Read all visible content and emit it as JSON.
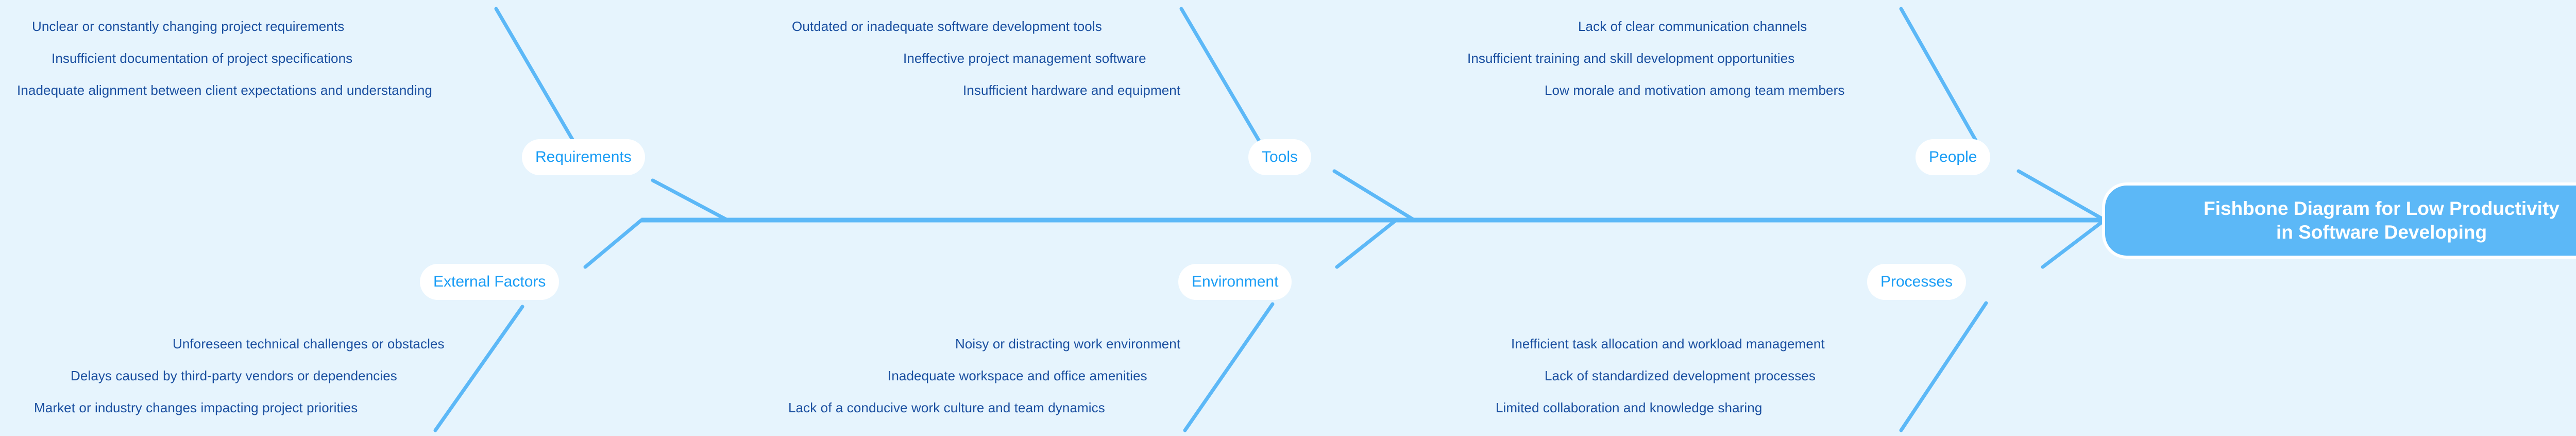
{
  "theme": {
    "background": "#e6f4fd",
    "bone_color": "#5cb8f7",
    "cause_text_color": "#1a4fa0",
    "category_text_color": "#1a9df5",
    "category_pill_bg": "#ffffff",
    "title_bg": "#5cb8f7",
    "title_text_color": "#ffffff"
  },
  "title": {
    "line1": "Fishbone Diagram for Low Productivity",
    "line2": "in Software Developing"
  },
  "categories": [
    {
      "label": "Requirements",
      "position": "top",
      "causes": [
        "Unclear or constantly changing project requirements",
        "Insufficient documentation of project specifications",
        "Inadequate alignment between client expectations and understanding"
      ]
    },
    {
      "label": "Tools",
      "position": "top",
      "causes": [
        "Outdated or inadequate software development tools",
        "Ineffective project management software",
        "Insufficient hardware and equipment"
      ]
    },
    {
      "label": "People",
      "position": "top",
      "causes": [
        "Lack of clear communication channels",
        "Insufficient training and skill development opportunities",
        "Low morale and motivation among team members"
      ]
    },
    {
      "label": "External Factors",
      "position": "bottom",
      "causes": [
        "Unforeseen technical challenges or obstacles",
        "Delays caused by third-party vendors or dependencies",
        "Market or industry changes impacting project priorities"
      ]
    },
    {
      "label": "Environment",
      "position": "bottom",
      "causes": [
        "Noisy or distracting work environment",
        "Inadequate workspace and office amenities",
        "Lack of a conducive work culture and team dynamics"
      ]
    },
    {
      "label": "Processes",
      "position": "bottom",
      "causes": [
        "Inefficient task allocation and workload management",
        "Lack of standardized development processes",
        "Limited collaboration and knowledge sharing"
      ]
    }
  ]
}
